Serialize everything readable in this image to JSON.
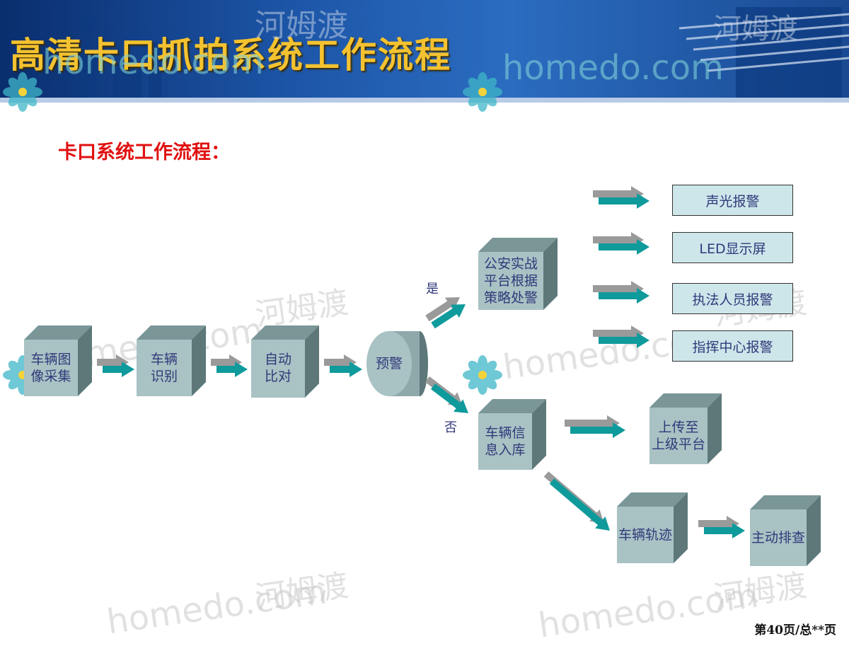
{
  "slide": {
    "title": "高清卡口抓拍系统工作流程",
    "subtitle": "卡口系统工作流程：",
    "page_number": "第40页/总**页"
  },
  "watermark": {
    "text_latin": "homedo.com",
    "text_cn": "河姆渡"
  },
  "flow": {
    "nodes": [
      {
        "id": "capture",
        "label": "车辆图\n像采集"
      },
      {
        "id": "recognize",
        "label": "车辆\n识别"
      },
      {
        "id": "compare",
        "label": "自动\n比对"
      },
      {
        "id": "alarm",
        "label": "预警"
      },
      {
        "id": "police",
        "label": "公安实战\n平台根据\n策略处警"
      },
      {
        "id": "store",
        "label": "车辆信\n息入库"
      },
      {
        "id": "upload",
        "label": "上传至\n上级平台"
      },
      {
        "id": "track",
        "label": "车辆轨迹"
      },
      {
        "id": "investigate",
        "label": "主动排查"
      }
    ],
    "alerts": [
      {
        "id": "sound-light",
        "label": "声光报警"
      },
      {
        "id": "led",
        "label": "LED显示屏"
      },
      {
        "id": "officer",
        "label": "执法人员报警"
      },
      {
        "id": "command",
        "label": "指挥中心报警"
      }
    ],
    "conditions": {
      "yes": "是",
      "no": "否"
    }
  },
  "colors": {
    "banner": "#1d56a8",
    "title": "#f4c230",
    "subtitle": "#e01010",
    "box_front": "#a9c2c4",
    "box_top": "#7a9697",
    "box_side": "#5e7879",
    "flat_box": "#cde6ea",
    "arrow_teal": "#0f9a9c",
    "arrow_gray": "#9a9a9a",
    "text": "#303a7a"
  }
}
